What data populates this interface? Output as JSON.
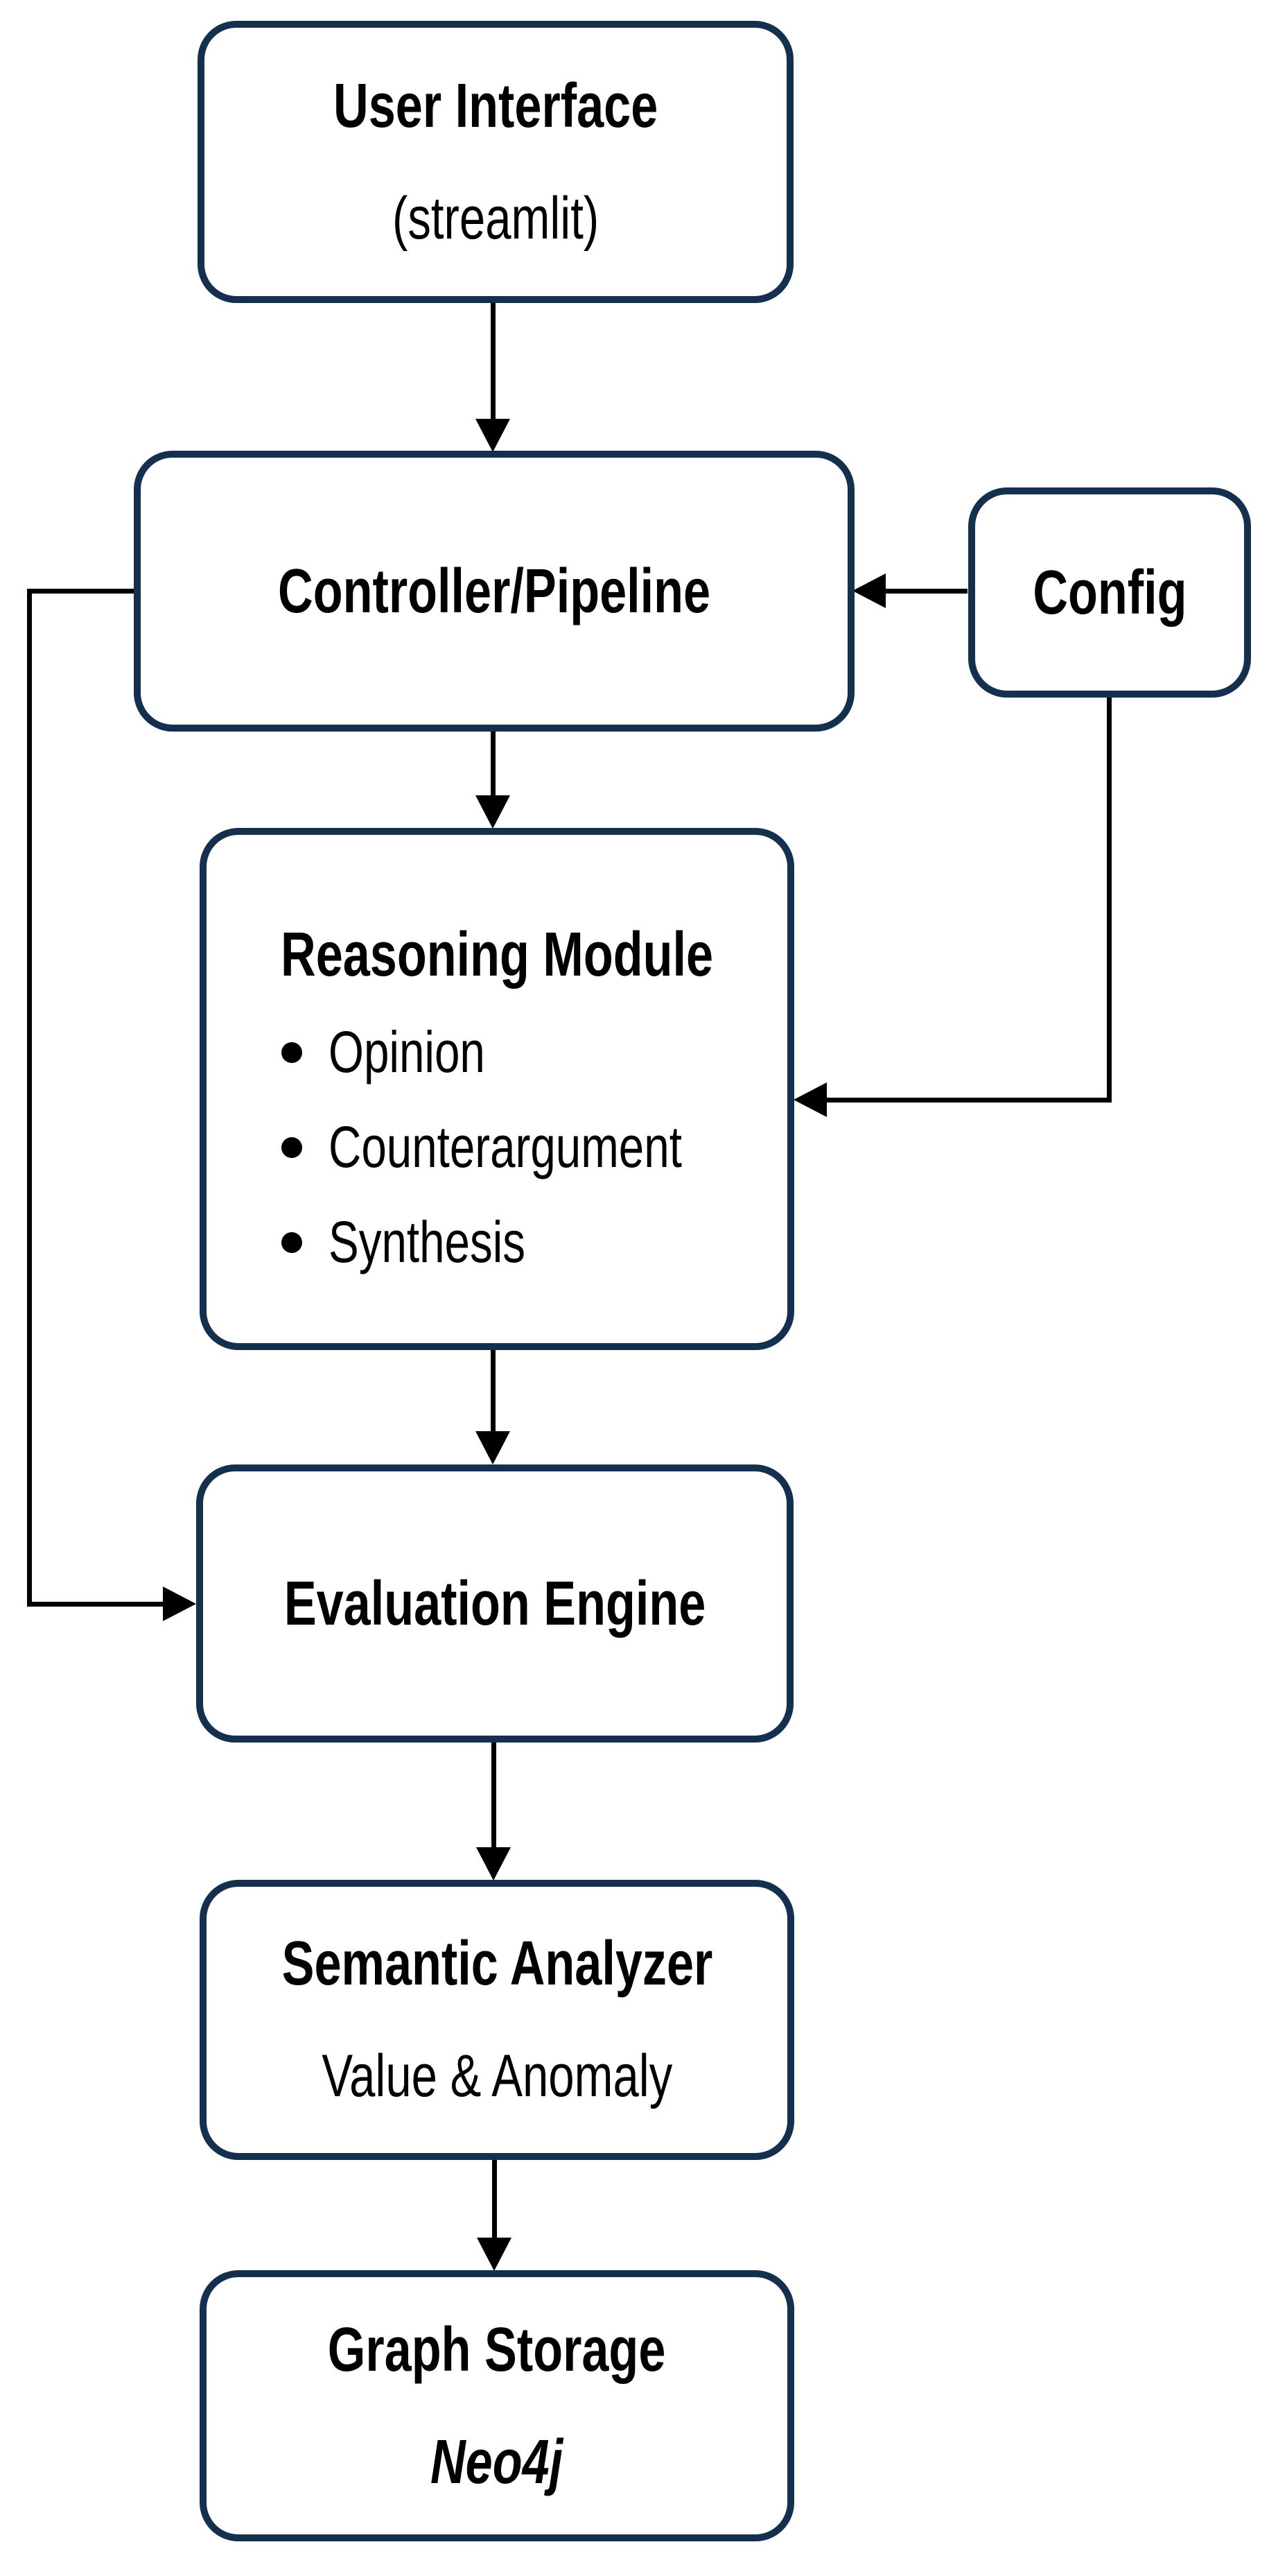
{
  "diagram": {
    "colors": {
      "node_border": "#14304E",
      "connector": "#000000",
      "text": "#000000",
      "background": "#FFFFFF"
    },
    "nodes": {
      "ui": {
        "title": "User Interface",
        "subtitle": "(streamlit)"
      },
      "controller": {
        "title": "Controller/Pipeline"
      },
      "config": {
        "title": "Config"
      },
      "reasoning": {
        "title": "Reasoning Module",
        "bullets": [
          "Opinion",
          "Counterargument",
          "Synthesis"
        ]
      },
      "evaluation": {
        "title": "Evaluation Engine"
      },
      "semantic": {
        "title": "Semantic Analyzer",
        "subtitle": "Value & Anomaly"
      },
      "graph": {
        "title": "Graph Storage",
        "subtitle": "Neo4j"
      }
    }
  }
}
